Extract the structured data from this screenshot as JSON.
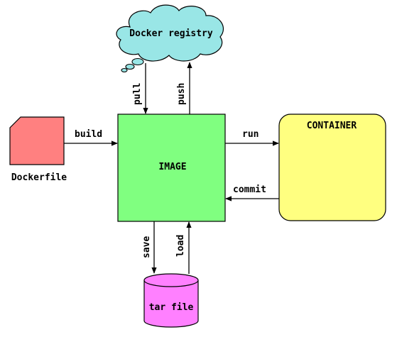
{
  "nodes": {
    "registry": {
      "label": "Docker registry",
      "color": "#99e6e6"
    },
    "dockerfile": {
      "label": "Dockerfile",
      "color": "#ff8080"
    },
    "image": {
      "label": "IMAGE",
      "color": "#80ff80"
    },
    "container": {
      "label": "CONTAINER",
      "color": "#ffff80"
    },
    "tarfile": {
      "label": "tar file",
      "color": "#ff80ff"
    }
  },
  "edges": {
    "pull": "pull",
    "push": "push",
    "build": "build",
    "run": "run",
    "commit": "commit",
    "save": "save",
    "load": "load"
  }
}
